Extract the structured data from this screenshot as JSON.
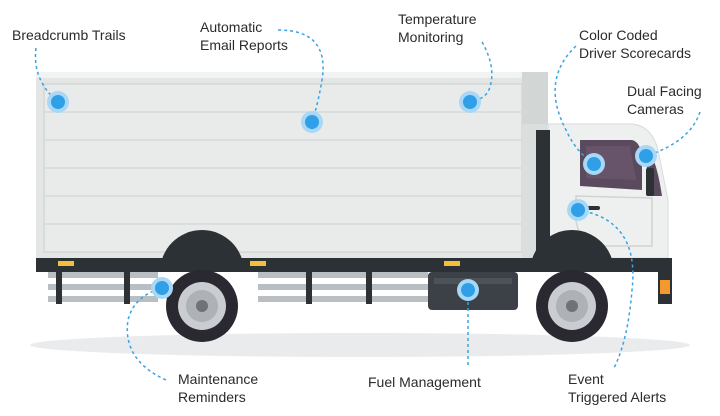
{
  "features": [
    {
      "id": "breadcrumb",
      "label": "Breadcrumb Trails"
    },
    {
      "id": "email",
      "label": "Automatic\nEmail Reports"
    },
    {
      "id": "temperature",
      "label": "Temperature\nMonitoring"
    },
    {
      "id": "scorecards",
      "label": "Color Coded\nDriver Scorecards"
    },
    {
      "id": "cameras",
      "label": "Dual Facing\nCameras"
    },
    {
      "id": "maintenance",
      "label": "Maintenance\nReminders"
    },
    {
      "id": "fuel",
      "label": "Fuel Management"
    },
    {
      "id": "event",
      "label": "Event\nTriggered Alerts"
    }
  ],
  "colors": {
    "marker": "#2f9fe8",
    "marker_halo": "#a9d8f6",
    "connector": "#3aa3e3",
    "label_text": "#2b2b2b",
    "body_panel": "#e6e8e7",
    "body_panel_line": "#d0d4d3",
    "cab_white": "#eef0ef",
    "chassis_dark": "#2c3135",
    "tire": "#2a2830",
    "rim": "#c9ccd0",
    "ground_shadow": "#e9ebed",
    "amber_light": "#f2c038",
    "window_glass": "#5a4a5e"
  }
}
